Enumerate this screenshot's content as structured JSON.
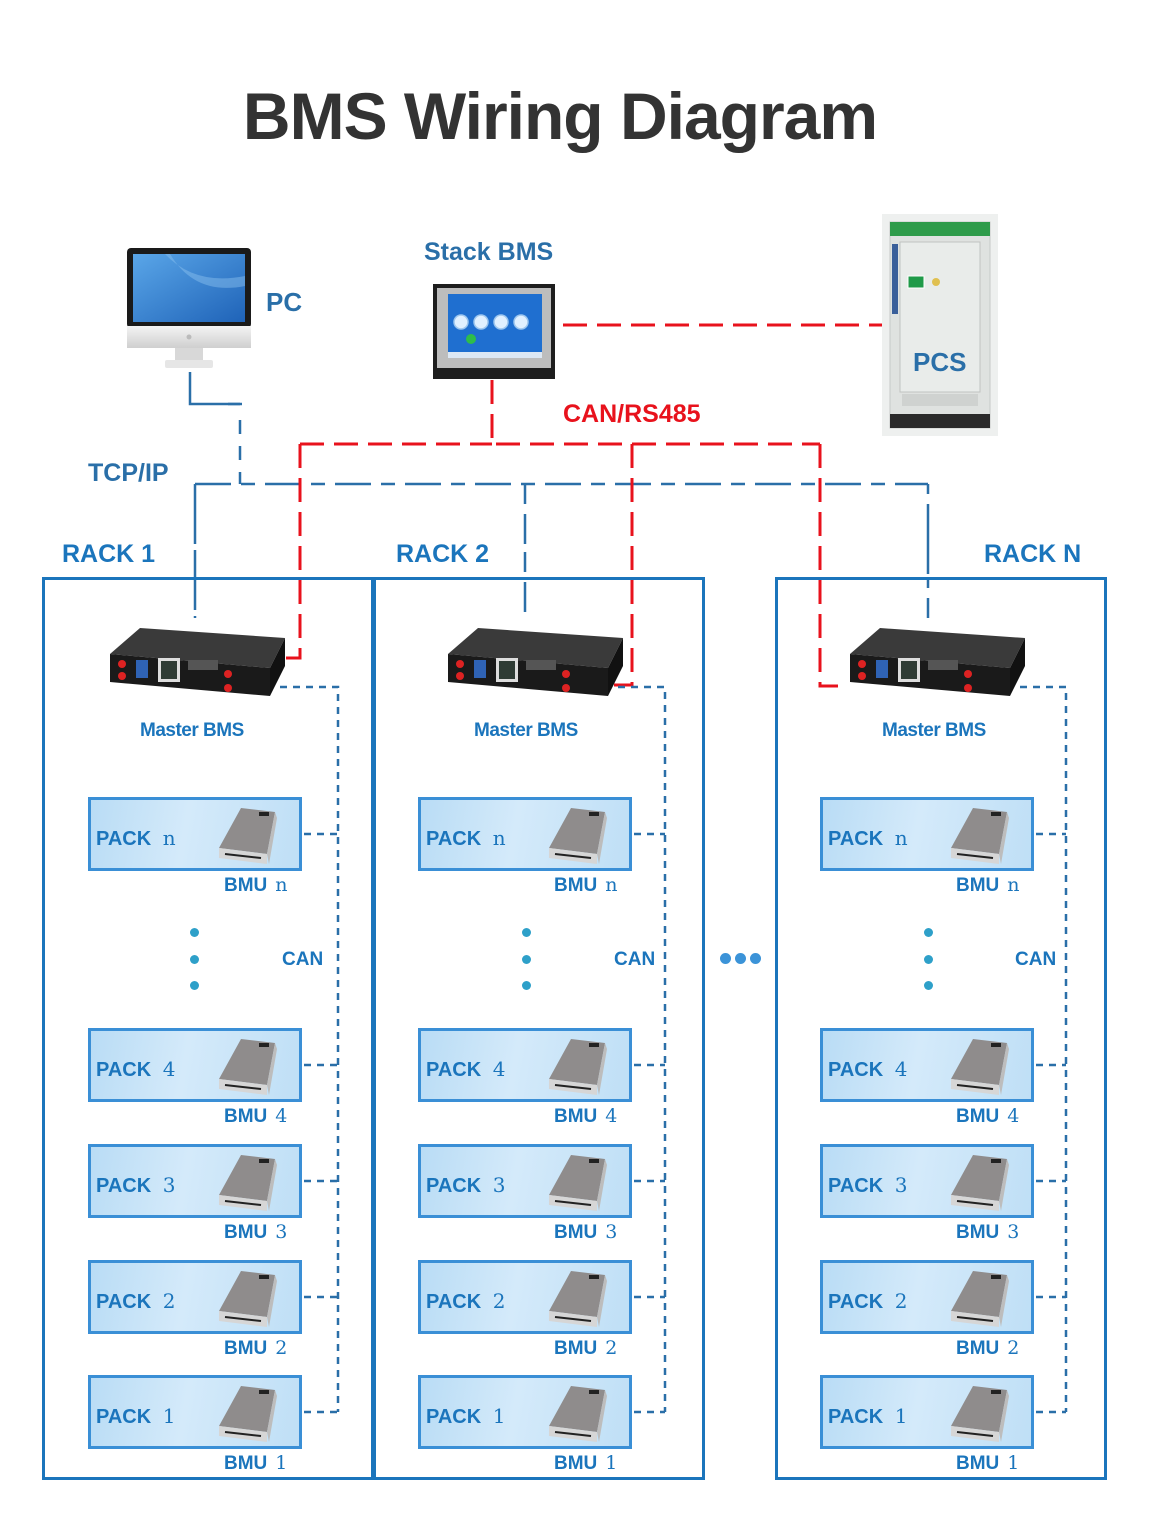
{
  "title": "BMS Wiring Diagram",
  "top": {
    "pc_label": "PC",
    "stack_bms_label": "Stack BMS",
    "pcs_label": "PCS",
    "tcpip_label": "TCP/IP",
    "can_rs485_label": "CAN/RS485"
  },
  "colors": {
    "tcpip_line": "#2a6fa8",
    "can_rs485_line": "#e8121c",
    "rack_border": "#1b75bc",
    "title": "#333333"
  },
  "racks": [
    {
      "label": "RACK 1",
      "master_label": "Master BMS",
      "can_label": "CAN",
      "packs": [
        {
          "pack": "PACK",
          "num": "n",
          "bmu": "BMU",
          "bmu_num": "n"
        },
        {
          "pack": "PACK",
          "num": "4",
          "bmu": "BMU",
          "bmu_num": "4"
        },
        {
          "pack": "PACK",
          "num": "3",
          "bmu": "BMU",
          "bmu_num": "3"
        },
        {
          "pack": "PACK",
          "num": "2",
          "bmu": "BMU",
          "bmu_num": "2"
        },
        {
          "pack": "PACK",
          "num": "1",
          "bmu": "BMU",
          "bmu_num": "1"
        }
      ]
    },
    {
      "label": "RACK 2",
      "master_label": "Master BMS",
      "can_label": "CAN",
      "packs": [
        {
          "pack": "PACK",
          "num": "n",
          "bmu": "BMU",
          "bmu_num": "n"
        },
        {
          "pack": "PACK",
          "num": "4",
          "bmu": "BMU",
          "bmu_num": "4"
        },
        {
          "pack": "PACK",
          "num": "3",
          "bmu": "BMU",
          "bmu_num": "3"
        },
        {
          "pack": "PACK",
          "num": "2",
          "bmu": "BMU",
          "bmu_num": "2"
        },
        {
          "pack": "PACK",
          "num": "1",
          "bmu": "BMU",
          "bmu_num": "1"
        }
      ]
    },
    {
      "label": "RACK N",
      "master_label": "Master BMS",
      "can_label": "CAN",
      "packs": [
        {
          "pack": "PACK",
          "num": "n",
          "bmu": "BMU",
          "bmu_num": "n"
        },
        {
          "pack": "PACK",
          "num": "4",
          "bmu": "BMU",
          "bmu_num": "4"
        },
        {
          "pack": "PACK",
          "num": "3",
          "bmu": "BMU",
          "bmu_num": "3"
        },
        {
          "pack": "PACK",
          "num": "2",
          "bmu": "BMU",
          "bmu_num": "2"
        },
        {
          "pack": "PACK",
          "num": "1",
          "bmu": "BMU",
          "bmu_num": "1"
        }
      ]
    }
  ]
}
